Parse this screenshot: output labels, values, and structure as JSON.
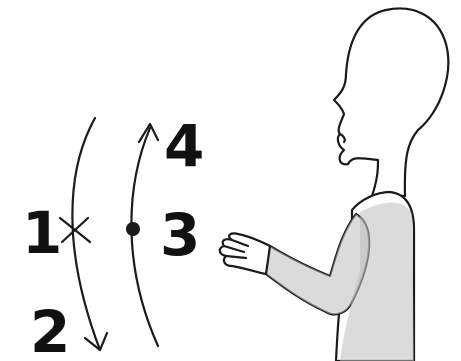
{
  "labels": {
    "one": "1",
    "two": "2",
    "three": "3",
    "four": "4"
  },
  "colors": {
    "ink": "#1a1a1a",
    "sleeve_shading": "#bdbdbd",
    "background": "#ffffff"
  }
}
